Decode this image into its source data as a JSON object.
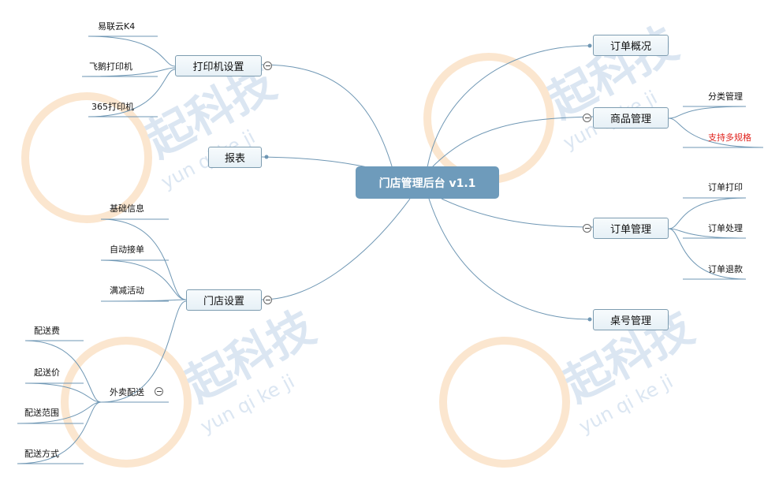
{
  "mindmap": {
    "root": "门店管理后台 v1.1",
    "branches": {
      "printer": {
        "label": "打印机设置",
        "children": [
          "易联云K4",
          "飞鹅打印机",
          "365打印机"
        ]
      },
      "report": {
        "label": "报表"
      },
      "store": {
        "label": "门店设置",
        "children": [
          "基础信息",
          "自动接单",
          "满减活动"
        ],
        "delivery": {
          "label": "外卖配送",
          "children": [
            "配送费",
            "起送价",
            "配送范围",
            "配送方式"
          ]
        }
      },
      "order_overview": {
        "label": "订单概况"
      },
      "product": {
        "label": "商品管理",
        "children": [
          "分类管理",
          "支持多规格"
        ]
      },
      "order": {
        "label": "订单管理",
        "children": [
          "订单打印",
          "订单处理",
          "订单退款"
        ]
      },
      "table": {
        "label": "桌号管理"
      }
    }
  },
  "watermark": {
    "brand": "起科技",
    "pinyin": [
      "yun",
      "qi",
      "ke",
      "ji"
    ]
  },
  "colors": {
    "line": "#6f97b4",
    "root_fill": "#6e9bbb",
    "node_border": "#7d9cb0",
    "highlight": "#e0221c",
    "watermark_blue": "#dbe6f2",
    "watermark_orange": "#fbe6cf"
  }
}
